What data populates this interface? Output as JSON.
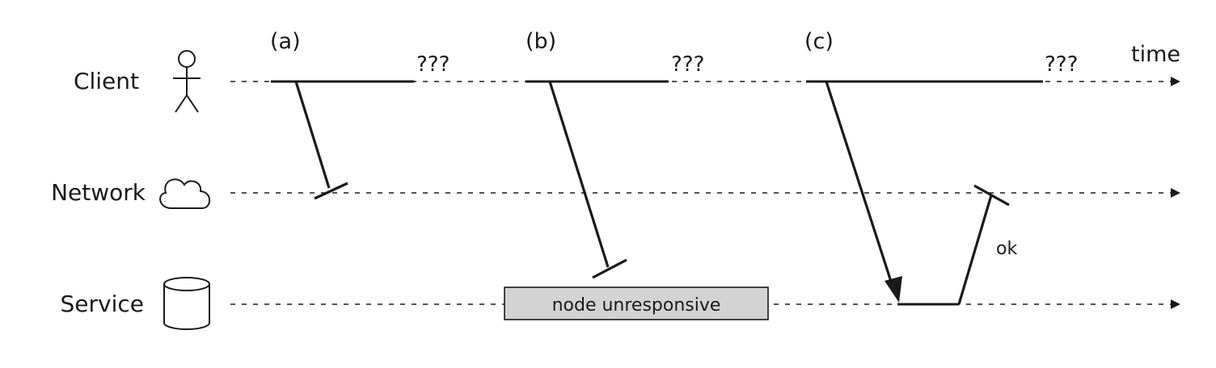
{
  "rows": {
    "client": "Client",
    "network": "Network",
    "service": "Service"
  },
  "time_label": "time",
  "scenarios": {
    "a": {
      "label": "(a)",
      "unknown": "???"
    },
    "b": {
      "label": "(b)",
      "unknown": "???"
    },
    "c": {
      "label": "(c)",
      "unknown": "???"
    }
  },
  "service_box": {
    "label": "node unresponsive",
    "fill": "#d3d3d3"
  },
  "ok_label": "ok",
  "icons": {
    "client": "stick-figure-icon",
    "network": "cloud-icon",
    "service": "database-cylinder-icon"
  }
}
